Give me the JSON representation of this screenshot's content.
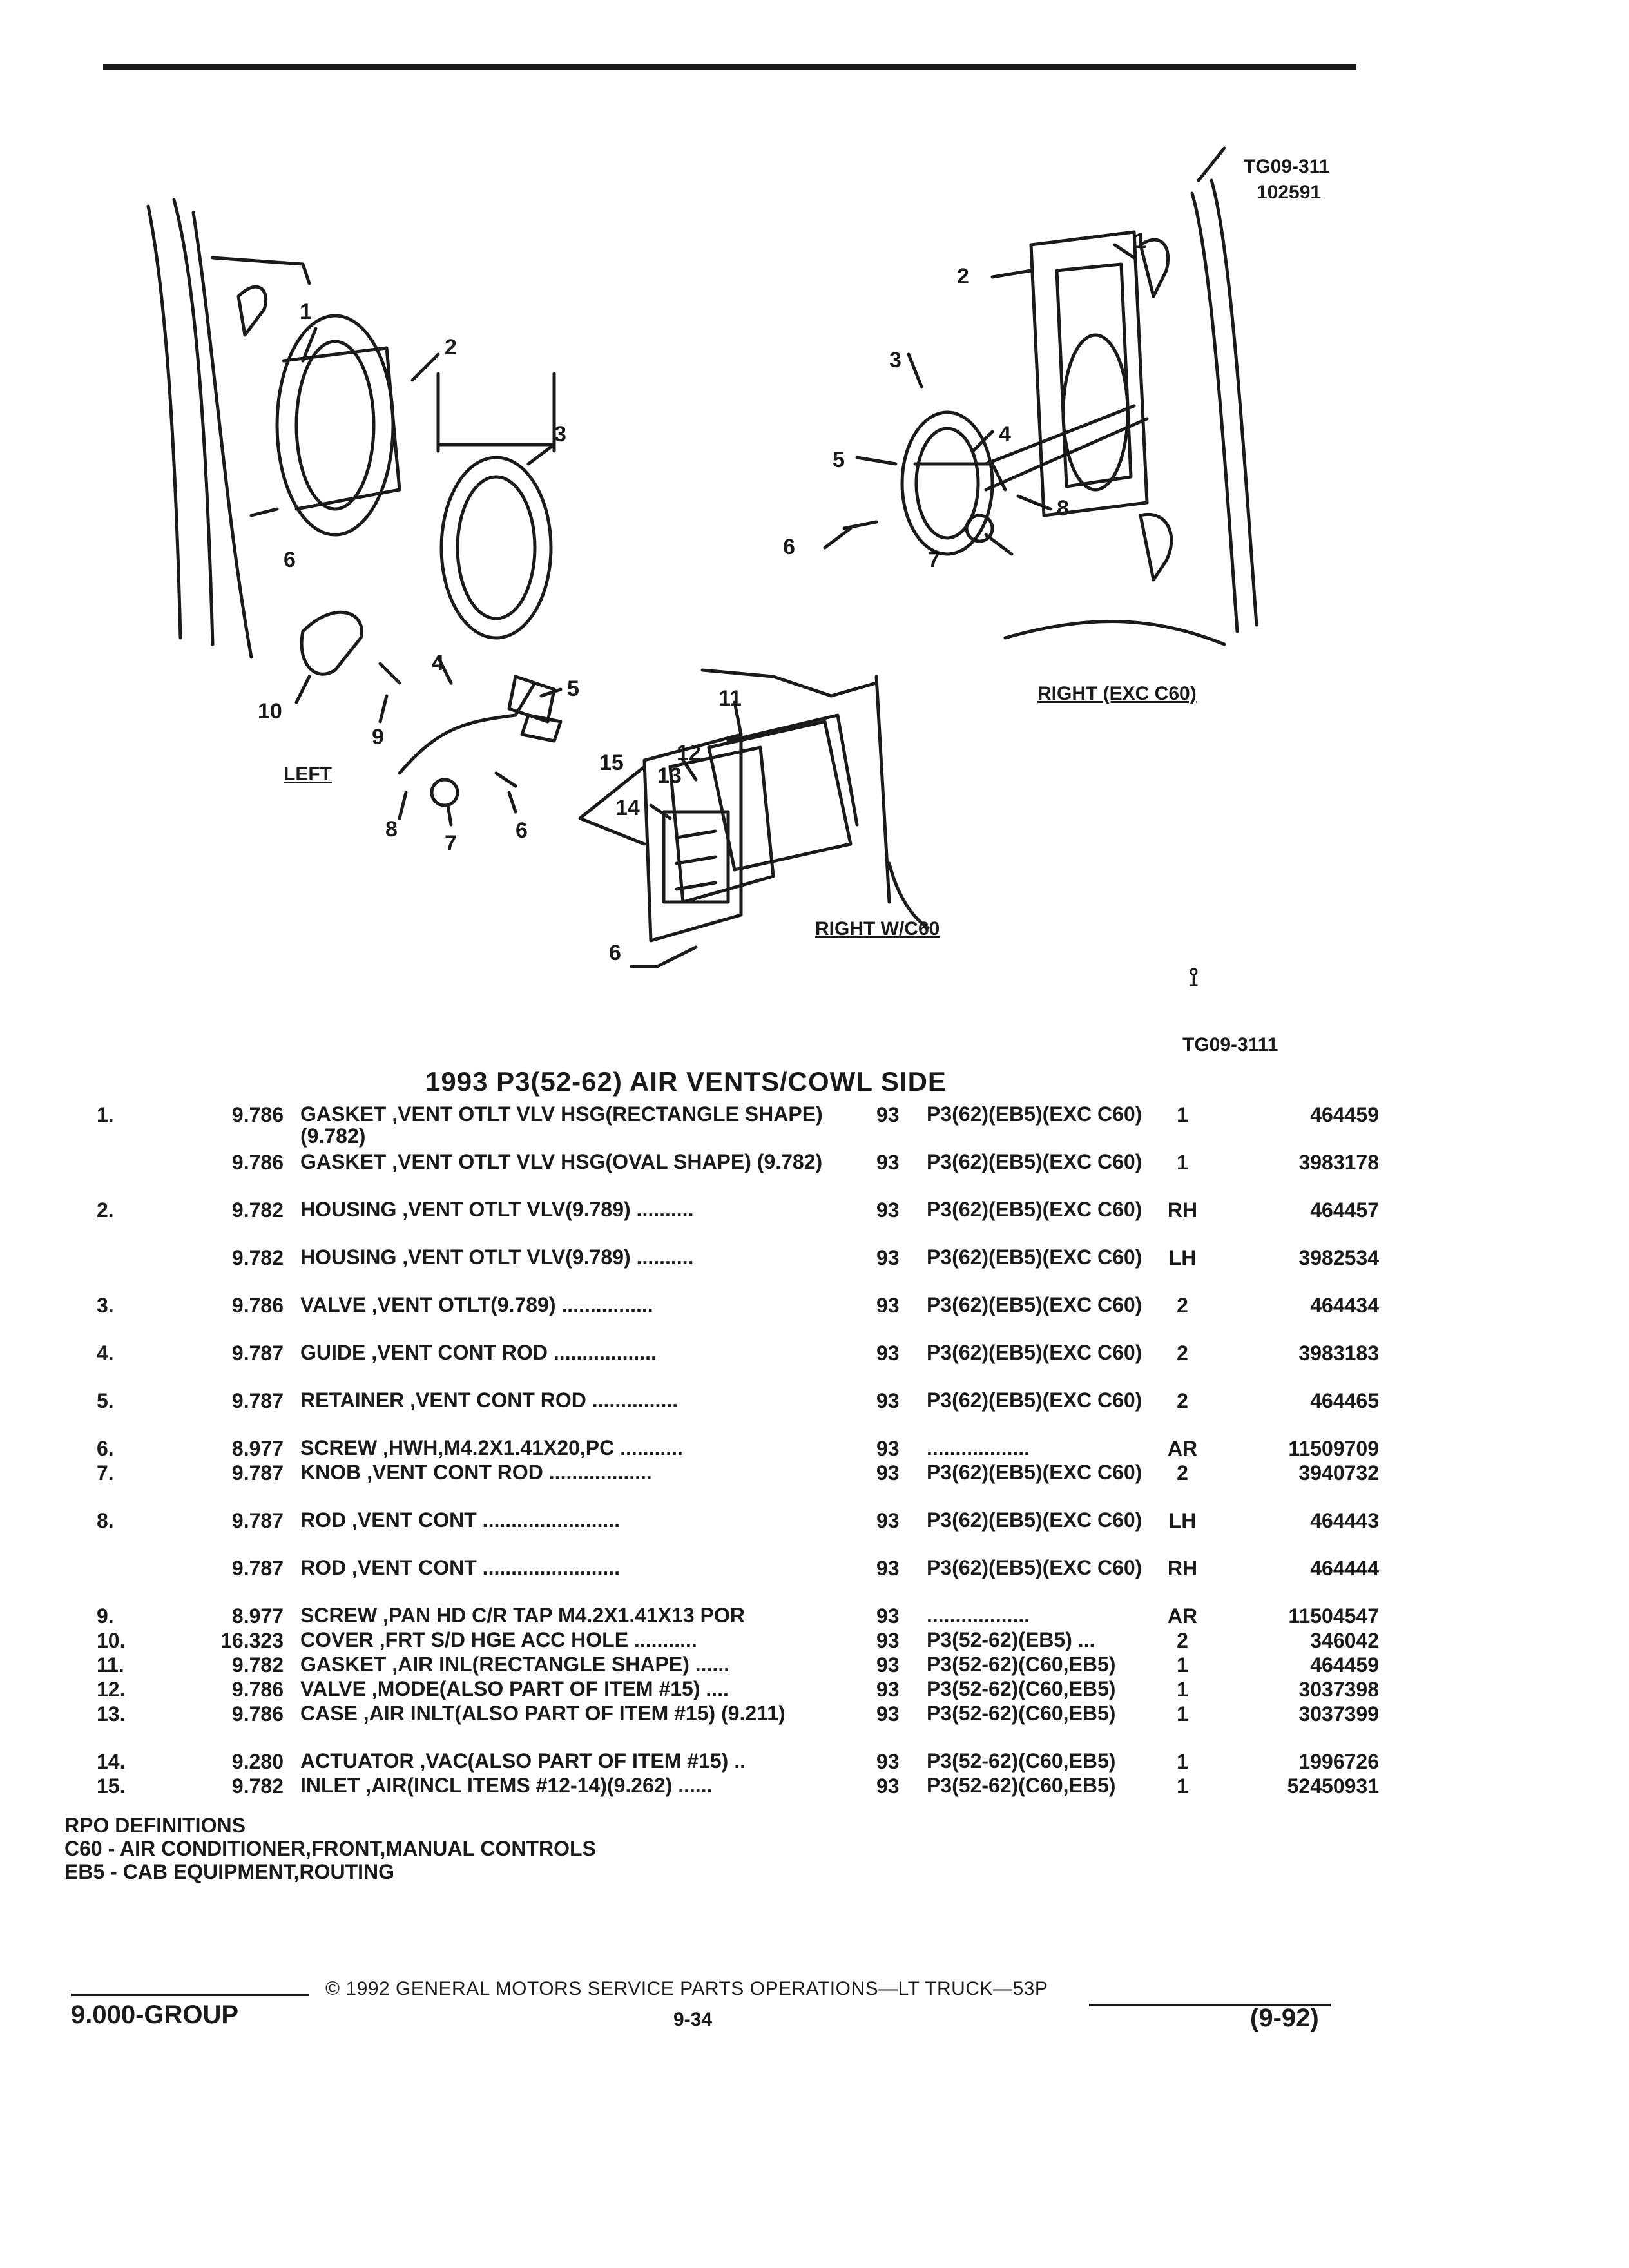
{
  "diagram": {
    "ref_top": "TG09-311",
    "ref_date": "102591",
    "ref_bottom": "TG09-3111",
    "labels": {
      "left": "LEFT",
      "right_exc": "RIGHT (EXC C60)",
      "right_w": "RIGHT W/C60"
    }
  },
  "title": "1993 P3(52-62) AIR VENTS/COWL SIDE",
  "parts": [
    {
      "no": "1.",
      "group": "9.786",
      "desc": "GASKET ,VENT OTLT VLV HSG(RECTANGLE SHAPE)(9.782)",
      "yr": "93",
      "model": "P3(62)(EB5)(EXC C60)",
      "qty": "1",
      "part": "464459"
    },
    {
      "no": "",
      "group": "9.786",
      "desc": "GASKET ,VENT OTLT VLV HSG(OVAL SHAPE) (9.782)",
      "yr": "93",
      "model": "P3(62)(EB5)(EXC C60)",
      "qty": "1",
      "part": "3983178"
    },
    {
      "no": "2.",
      "group": "9.782",
      "desc": "HOUSING ,VENT OTLT VLV(9.789) ..........",
      "yr": "93",
      "model": "P3(62)(EB5)(EXC C60)",
      "qty": "RH",
      "part": "464457"
    },
    {
      "no": "",
      "group": "9.782",
      "desc": "HOUSING ,VENT OTLT VLV(9.789) ..........",
      "yr": "93",
      "model": "P3(62)(EB5)(EXC C60)",
      "qty": "LH",
      "part": "3982534"
    },
    {
      "no": "3.",
      "group": "9.786",
      "desc": "VALVE ,VENT OTLT(9.789) ................",
      "yr": "93",
      "model": "P3(62)(EB5)(EXC C60)",
      "qty": "2",
      "part": "464434"
    },
    {
      "no": "4.",
      "group": "9.787",
      "desc": "GUIDE ,VENT CONT ROD ..................",
      "yr": "93",
      "model": "P3(62)(EB5)(EXC C60)",
      "qty": "2",
      "part": "3983183"
    },
    {
      "no": "5.",
      "group": "9.787",
      "desc": "RETAINER ,VENT CONT ROD ...............",
      "yr": "93",
      "model": "P3(62)(EB5)(EXC C60)",
      "qty": "2",
      "part": "464465"
    },
    {
      "no": "6.",
      "group": "8.977",
      "desc": "SCREW ,HWH,M4.2X1.41X20,PC ...........",
      "yr": "93",
      "model": "..................",
      "qty": "AR",
      "part": "11509709"
    },
    {
      "no": "7.",
      "group": "9.787",
      "desc": "KNOB ,VENT CONT ROD ..................",
      "yr": "93",
      "model": "P3(62)(EB5)(EXC C60)",
      "qty": "2",
      "part": "3940732"
    },
    {
      "no": "8.",
      "group": "9.787",
      "desc": "ROD ,VENT CONT ........................",
      "yr": "93",
      "model": "P3(62)(EB5)(EXC C60)",
      "qty": "LH",
      "part": "464443"
    },
    {
      "no": "",
      "group": "9.787",
      "desc": "ROD ,VENT CONT ........................",
      "yr": "93",
      "model": "P3(62)(EB5)(EXC C60)",
      "qty": "RH",
      "part": "464444"
    },
    {
      "no": "9.",
      "group": "8.977",
      "desc": "SCREW ,PAN HD C/R TAP M4.2X1.41X13 POR",
      "yr": "93",
      "model": "..................",
      "qty": "AR",
      "part": "11504547"
    },
    {
      "no": "10.",
      "group": "16.323",
      "desc": "COVER ,FRT S/D HGE ACC HOLE ...........",
      "yr": "93",
      "model": "P3(52-62)(EB5) ...",
      "qty": "2",
      "part": "346042"
    },
    {
      "no": "11.",
      "group": "9.782",
      "desc": "GASKET ,AIR INL(RECTANGLE SHAPE) ......",
      "yr": "93",
      "model": "P3(52-62)(C60,EB5)",
      "qty": "1",
      "part": "464459"
    },
    {
      "no": "12.",
      "group": "9.786",
      "desc": "VALVE ,MODE(ALSO PART OF ITEM #15) ....",
      "yr": "93",
      "model": "P3(52-62)(C60,EB5)",
      "qty": "1",
      "part": "3037398"
    },
    {
      "no": "13.",
      "group": "9.786",
      "desc": "CASE ,AIR INLT(ALSO PART OF ITEM #15) (9.211)",
      "yr": "93",
      "model": "P3(52-62)(C60,EB5)",
      "qty": "1",
      "part": "3037399"
    },
    {
      "no": "14.",
      "group": "9.280",
      "desc": "ACTUATOR ,VAC(ALSO PART OF ITEM #15) ..",
      "yr": "93",
      "model": "P3(52-62)(C60,EB5)",
      "qty": "1",
      "part": "1996726"
    },
    {
      "no": "15.",
      "group": "9.782",
      "desc": "INLET ,AIR(INCL ITEMS #12-14)(9.262) ......",
      "yr": "93",
      "model": "P3(52-62)(C60,EB5)",
      "qty": "1",
      "part": "52450931"
    }
  ],
  "rpo": {
    "heading": "RPO DEFINITIONS",
    "c60": "C60 - AIR CONDITIONER,FRONT,MANUAL CONTROLS",
    "eb5": "EB5 - CAB EQUIPMENT,ROUTING"
  },
  "footer": {
    "copyright": "© 1992 GENERAL MOTORS SERVICE PARTS OPERATIONS—LT TRUCK—53P",
    "group": "9.000-GROUP",
    "page": "9-34",
    "date": "(9-92)"
  }
}
